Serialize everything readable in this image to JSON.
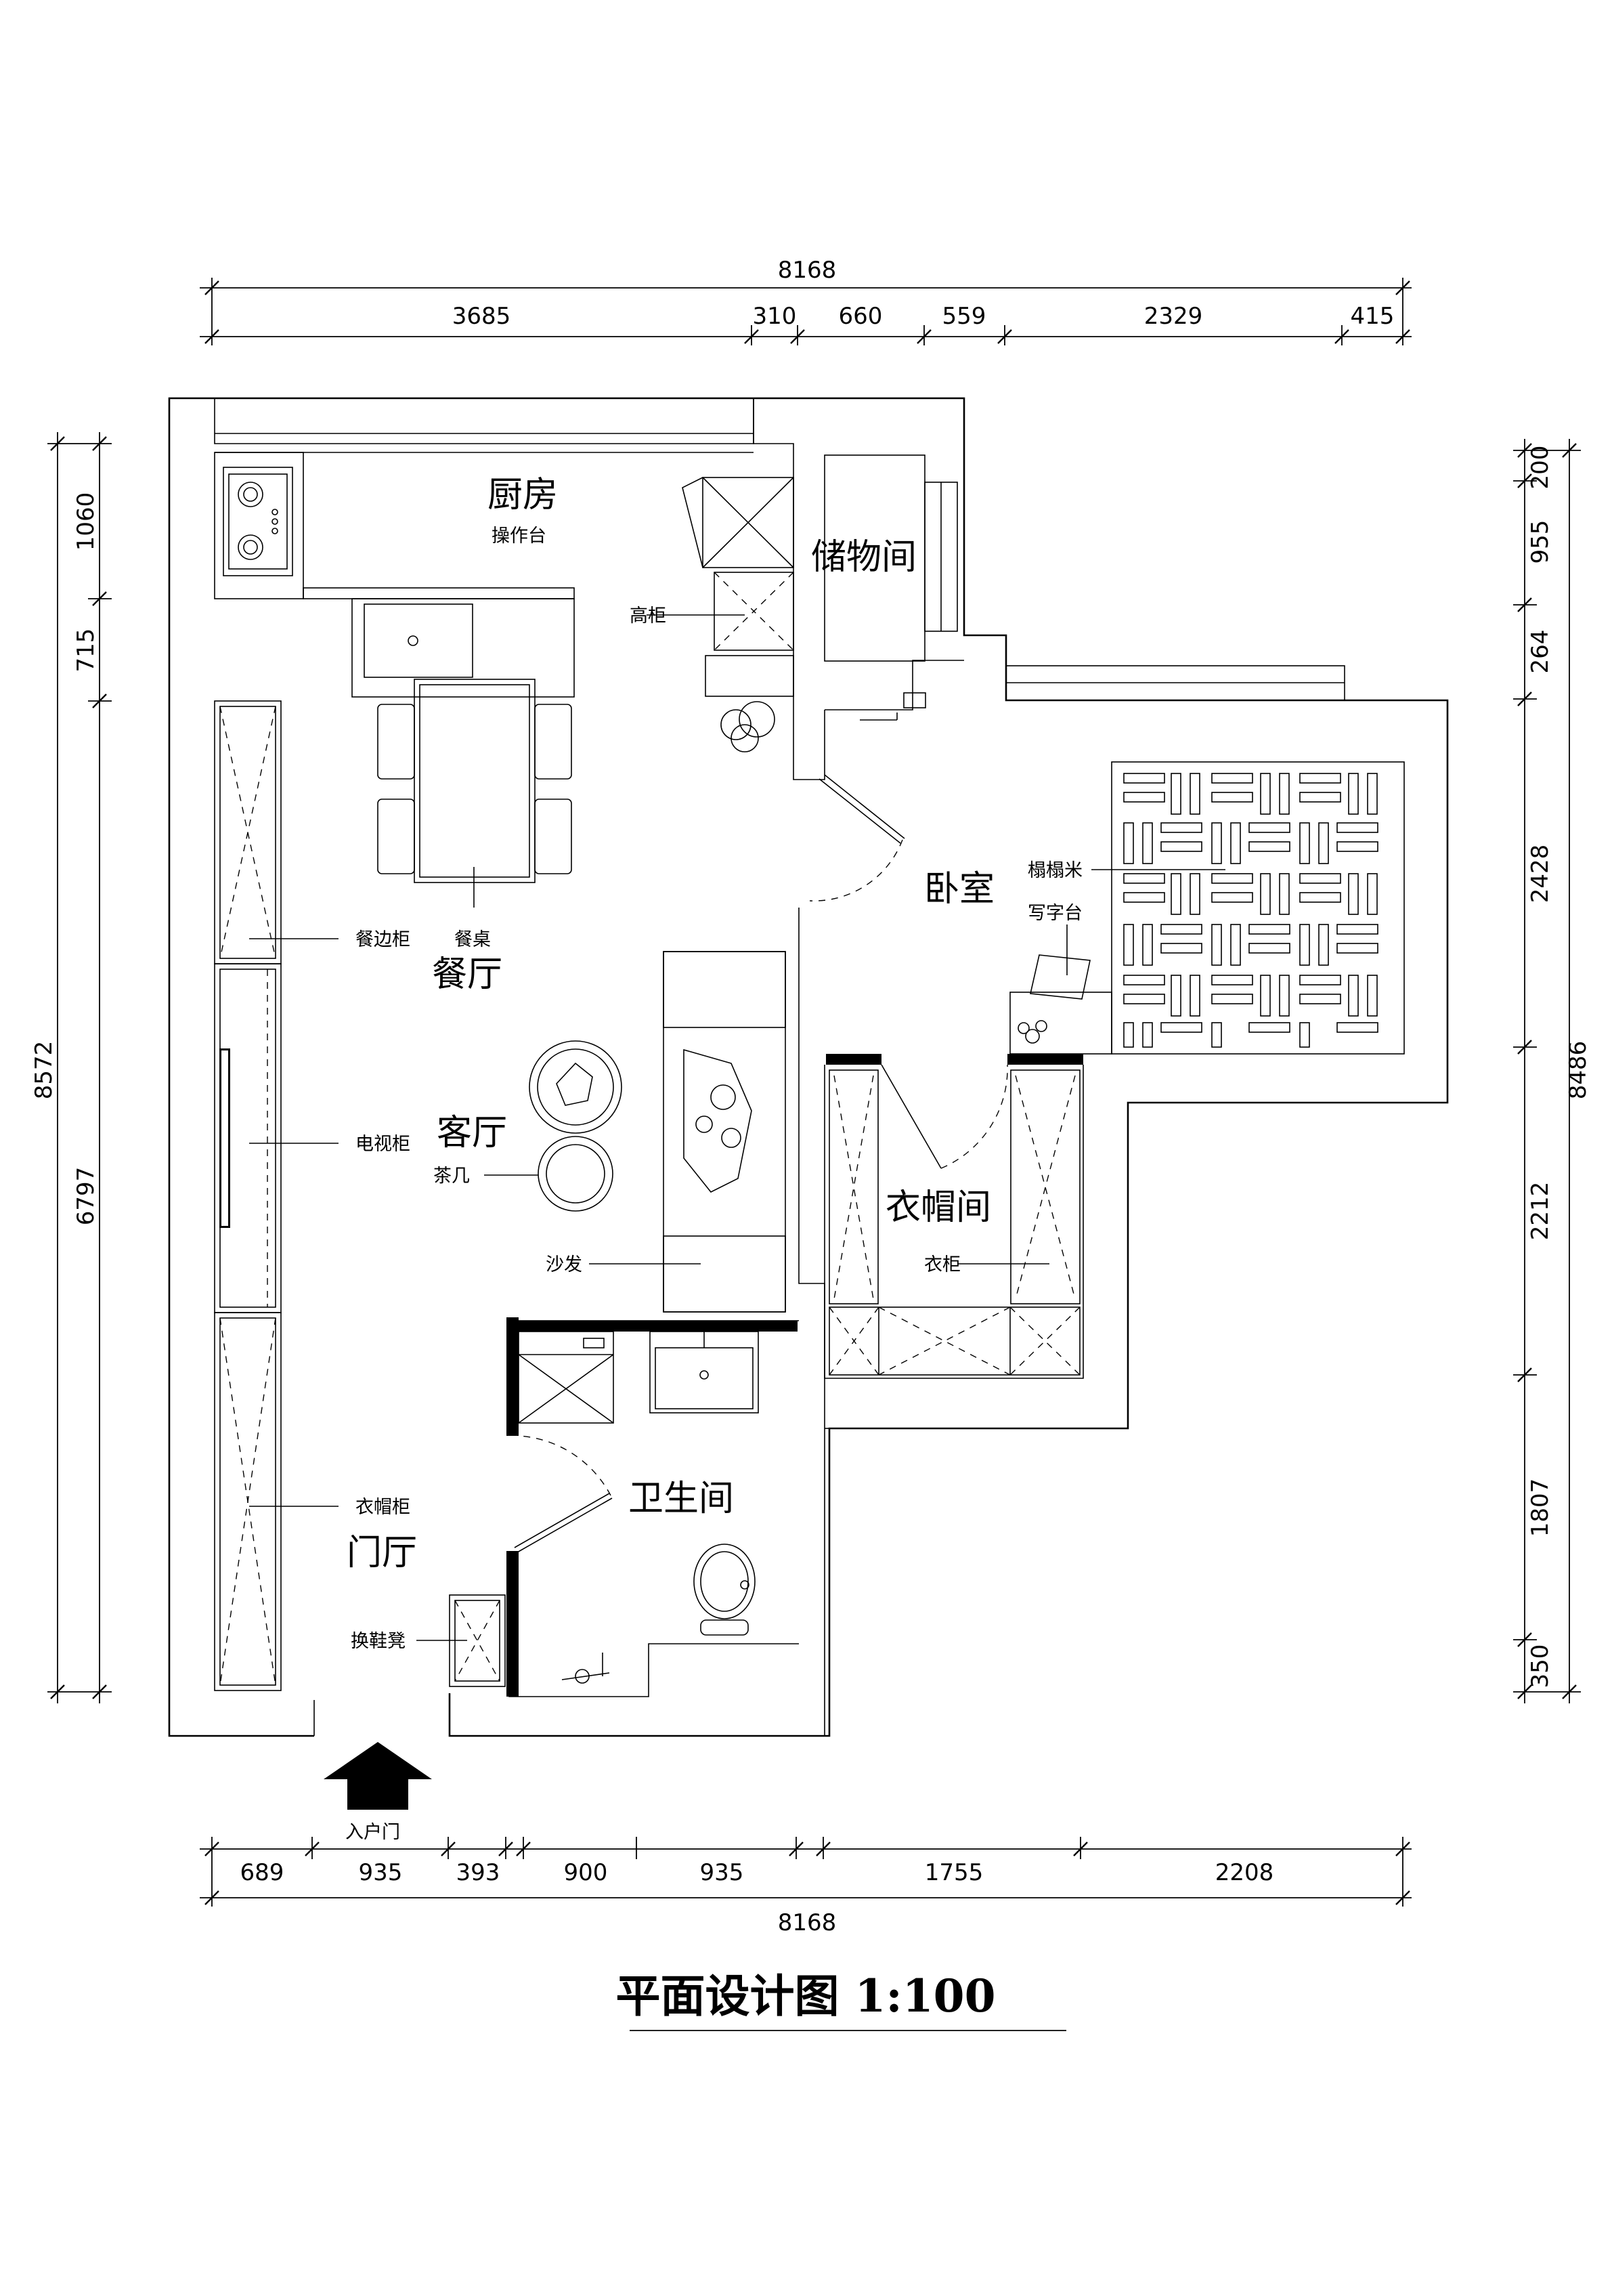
{
  "dimensions": {
    "top_total": "8168",
    "top_segments": [
      "3685",
      "310",
      "660",
      "559",
      "2329",
      "415"
    ],
    "bottom_total": "8168",
    "bottom_segments": [
      "689",
      "935",
      "393",
      "900",
      "935",
      "1755",
      "2208"
    ],
    "left_total": "8572",
    "left_segments": [
      "1060",
      "715",
      "6797"
    ],
    "right_total": "8486",
    "right_segments": [
      "200",
      "955",
      "264",
      "2428",
      "2212",
      "1807",
      "350"
    ]
  },
  "rooms": {
    "kitchen": "厨房",
    "storage": "储物间",
    "dining": "餐厅",
    "living": "客厅",
    "bedroom": "卧室",
    "cloakroom": "衣帽间",
    "bathroom": "卫生间",
    "foyer": "门厅"
  },
  "labels": {
    "counter": "操作台",
    "tall_cabinet": "高柜",
    "sideboard": "餐边柜",
    "dining_table": "餐桌",
    "tv_cabinet": "电视柜",
    "tea_table": "茶几",
    "sofa": "沙发",
    "coat_cabinet": "衣帽柜",
    "shoe_bench": "换鞋凳",
    "tatami": "榻榻米",
    "desk": "写字台",
    "wardrobe": "衣柜",
    "entrance": "入户门"
  },
  "title": "平面设计图 1:100"
}
